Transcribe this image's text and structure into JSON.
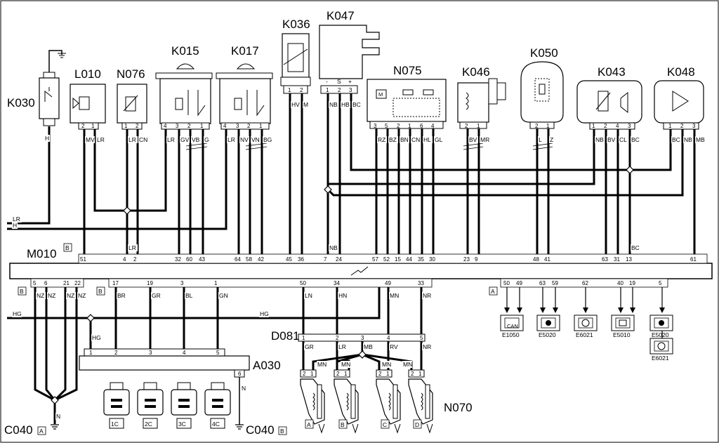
{
  "components": {
    "k030": "K030",
    "l010": "L010",
    "n076": "N076",
    "k015": "K015",
    "k017": "K017",
    "k036": "K036",
    "k047": "K047",
    "n075": "N075",
    "k046": "K046",
    "k050": "K050",
    "k043": "K043",
    "k048": "K048",
    "m010": "M010",
    "d081": "D081",
    "a030": "A030",
    "n070": "N070",
    "c040": "C040"
  },
  "connector_letters": {
    "a": "A",
    "b": "B",
    "c": "C",
    "d": "D"
  },
  "coils": [
    "1C",
    "2C",
    "3C",
    "4C"
  ],
  "injector_letters": [
    "A",
    "B",
    "C",
    "D"
  ],
  "k047_signs": {
    "minus": "-",
    "s": "S",
    "plus": "+"
  },
  "wires": {
    "h": "H",
    "lr": "LR",
    "mv": "MV",
    "cn": "CN",
    "gv": "GV",
    "vb": "VB",
    "g": "G",
    "nv": "NV",
    "vn": "VN",
    "bg": "BG",
    "hv": "HV",
    "m": "M",
    "nb": "NB",
    "hb": "HB",
    "bc": "BC",
    "rz": "RZ",
    "bz": "BZ",
    "bn": "BN",
    "hl": "HL",
    "gl": "GL",
    "br": "BR",
    "gr": "GR",
    "bl": "BL",
    "gn": "GN",
    "hg": "HG",
    "ln": "LN",
    "hn": "HN",
    "mn": "MN",
    "nr": "NR",
    "rv": "RV",
    "mb": "MB",
    "nz": "NZ",
    "n": "N",
    "bv": "BV",
    "mr": "MR",
    "l": "L",
    "z": "Z",
    "cl": "CL"
  },
  "m010_pins_top": [
    "51",
    "4",
    "2",
    "32",
    "60",
    "43",
    "64",
    "58",
    "42",
    "45",
    "36",
    "7",
    "24",
    "57",
    "52",
    "15",
    "44",
    "35",
    "30",
    "23",
    "9",
    "48",
    "41",
    "63",
    "31",
    "13",
    "61"
  ],
  "m010_pins_bottom_b": [
    "5",
    "6",
    "21",
    "22"
  ],
  "m010_pins_bottom_b2": [
    "17",
    "19",
    "3",
    "1",
    "50",
    "34",
    "49",
    "33"
  ],
  "m010_pins_bottom_a": [
    "50",
    "49",
    "63",
    "59",
    "62",
    "40",
    "19",
    "5"
  ],
  "d081_pins": [
    "1",
    "2",
    "3",
    "4",
    "5"
  ],
  "a030_pins": [
    "1",
    "2",
    "3",
    "4",
    "5",
    "6"
  ],
  "refs": [
    "E1050",
    "E5020",
    "E6021",
    "E5010",
    "E5020",
    "E6021"
  ],
  "can_label": "CAN"
}
